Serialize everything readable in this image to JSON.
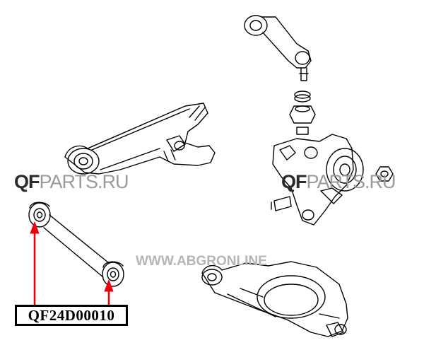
{
  "watermarks": {
    "left": {
      "strong": "QF",
      "light": "PARTS.RU"
    },
    "right": {
      "strong": "QF",
      "light": "PARTS.RU"
    },
    "url": "WWW.ABGRONLINE"
  },
  "part_label": {
    "number": "QF24D00010"
  },
  "icons": [
    "lateral-link-drawing",
    "trailing-arm-drawing",
    "knuckle-drawing",
    "lower-arm-drawing",
    "arrow-icon"
  ],
  "colors": {
    "arrow": "#e8000d",
    "line": "#000000",
    "watermark_light": "#9a9a9a"
  }
}
